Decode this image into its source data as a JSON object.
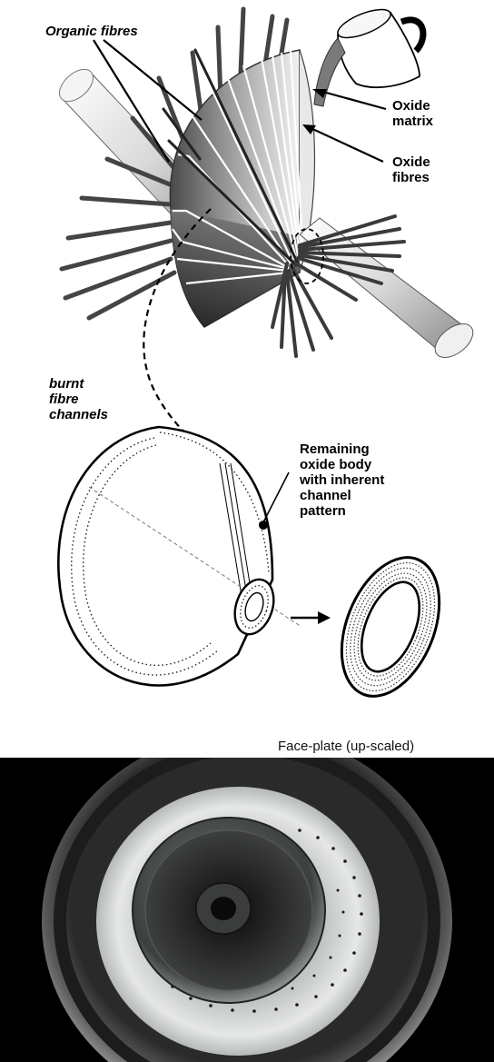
{
  "labels": {
    "organic_fibres": "Organic fibres",
    "oxide_matrix": [
      "Oxide",
      "matrix"
    ],
    "oxide_fibres": [
      "Oxide",
      "fibres"
    ],
    "burnt_channels": [
      "burnt",
      "fibre",
      "channels"
    ],
    "remaining_body": [
      "Remaining",
      "oxide body",
      "with inherent",
      "channel",
      "pattern"
    ],
    "face_plate_caption": "Face-plate (up-scaled)"
  },
  "colors": {
    "background": "#ffffff",
    "photo_background": "#000000",
    "outline": "#000000"
  }
}
